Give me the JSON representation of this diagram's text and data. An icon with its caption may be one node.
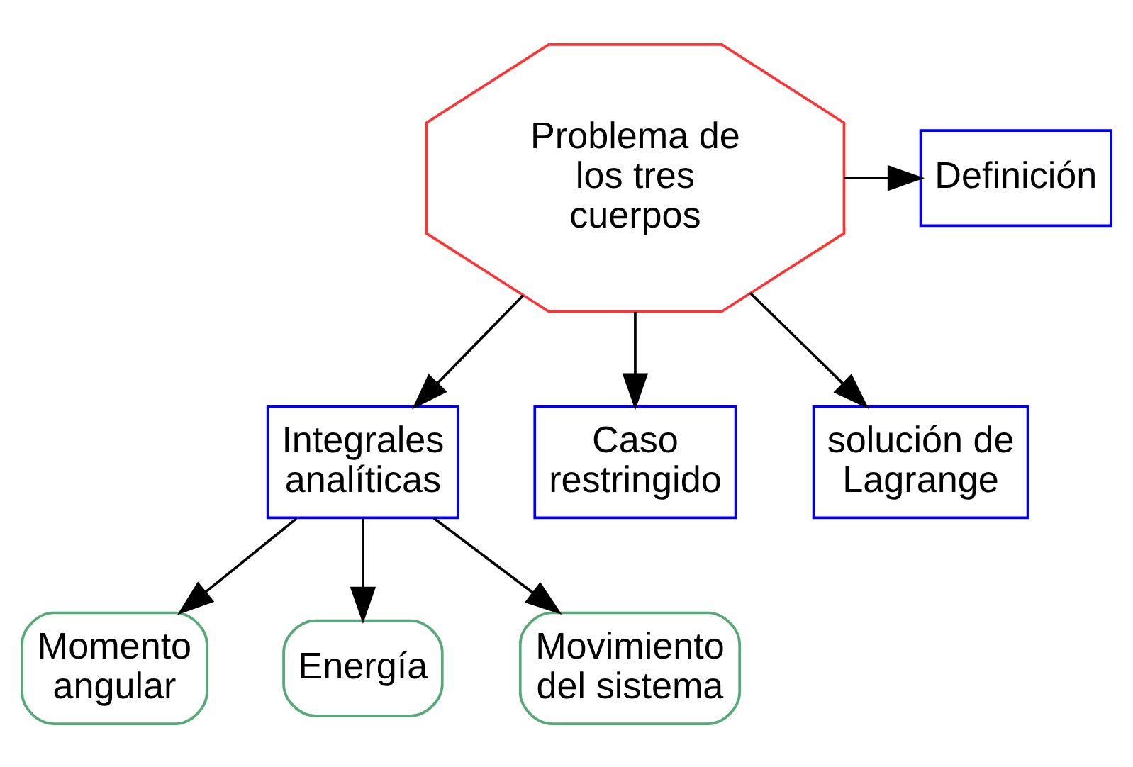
{
  "diagram": {
    "nodes": [
      {
        "text": [
          "Problema de los tres cuerpos"
        ]
      },
      {
        "text": [
          "Definición"
        ]
      },
      {
        "text": [
          "Integrales analíticas"
        ]
      },
      {
        "text": [
          "Caso restringido"
        ]
      },
      {
        "text": [
          "solución de Lagrange"
        ]
      },
      {
        "text": [
          "Momento angular"
        ]
      },
      {
        "text": [
          "Energía"
        ]
      },
      {
        "text": [
          "Movimiento del sistema"
        ]
      }
    ],
    "edges": [
      {
        "from": 0,
        "to": 1,
        "arrow": "to"
      },
      {
        "from": 0,
        "to": 2,
        "arrow": "to"
      },
      {
        "from": 0,
        "to": 3,
        "arrow": "to"
      },
      {
        "from": 0,
        "to": 4,
        "arrow": "to"
      },
      {
        "from": 2,
        "to": 5,
        "arrow": "to"
      },
      {
        "from": 2,
        "to": 6,
        "arrow": "to"
      },
      {
        "from": 2,
        "to": 7,
        "arrow": "to"
      }
    ]
  }
}
